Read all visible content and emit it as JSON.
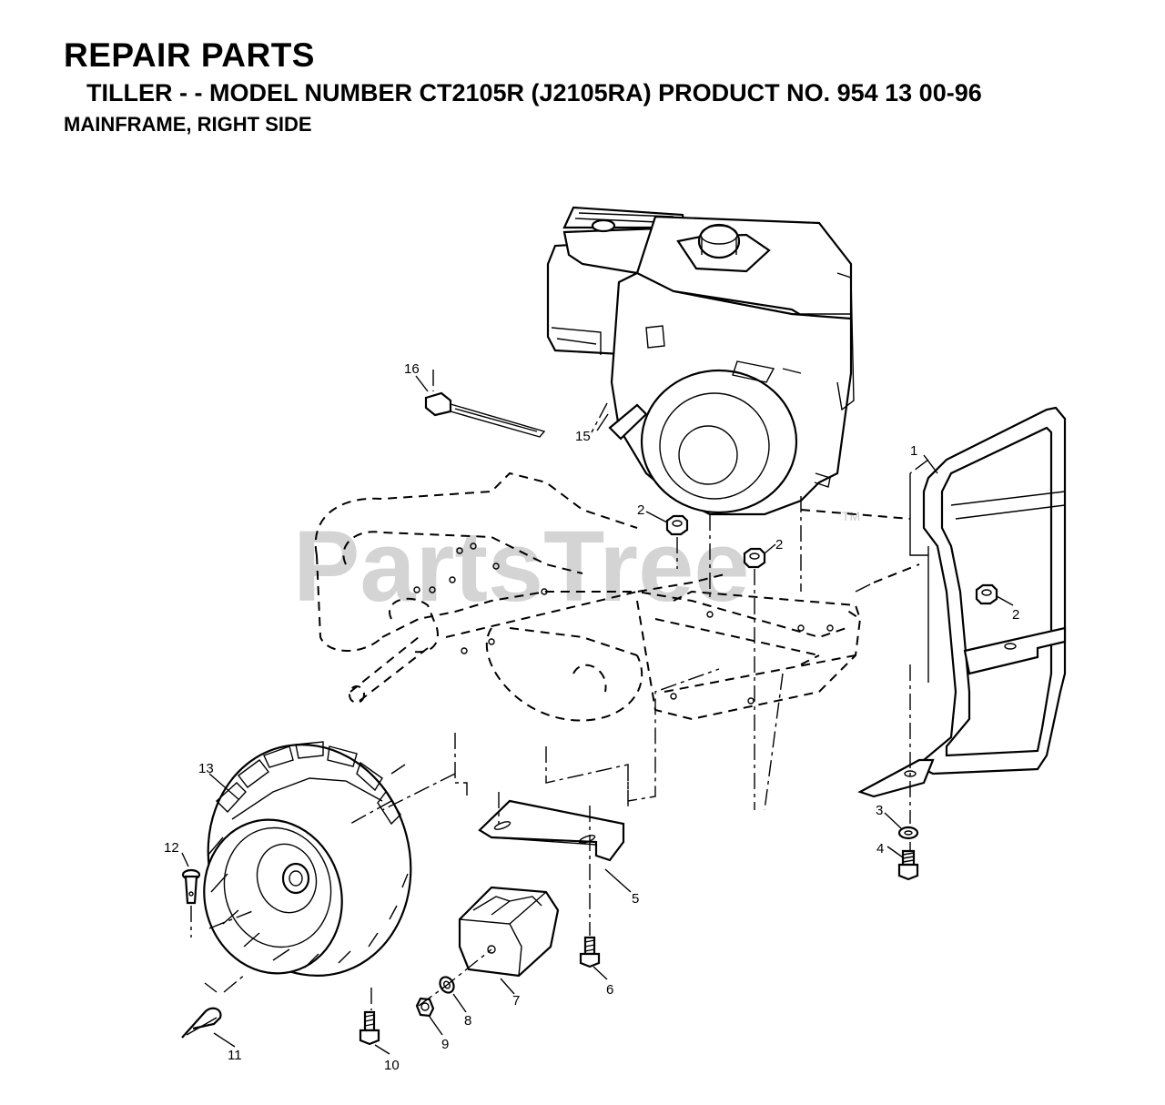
{
  "header": {
    "title": "REPAIR PARTS",
    "subtitle": "TILLER - - MODEL NUMBER CT2105R (J2105RA) PRODUCT NO. 954 13 00-96",
    "section": "MAINFRAME, RIGHT SIDE"
  },
  "watermark": {
    "text": "PartsTree",
    "mark": "TM"
  },
  "callouts": [
    "1",
    "2",
    "2",
    "2",
    "3",
    "4",
    "5",
    "6",
    "7",
    "8",
    "9",
    "10",
    "11",
    "12",
    "13",
    "15",
    "16"
  ]
}
